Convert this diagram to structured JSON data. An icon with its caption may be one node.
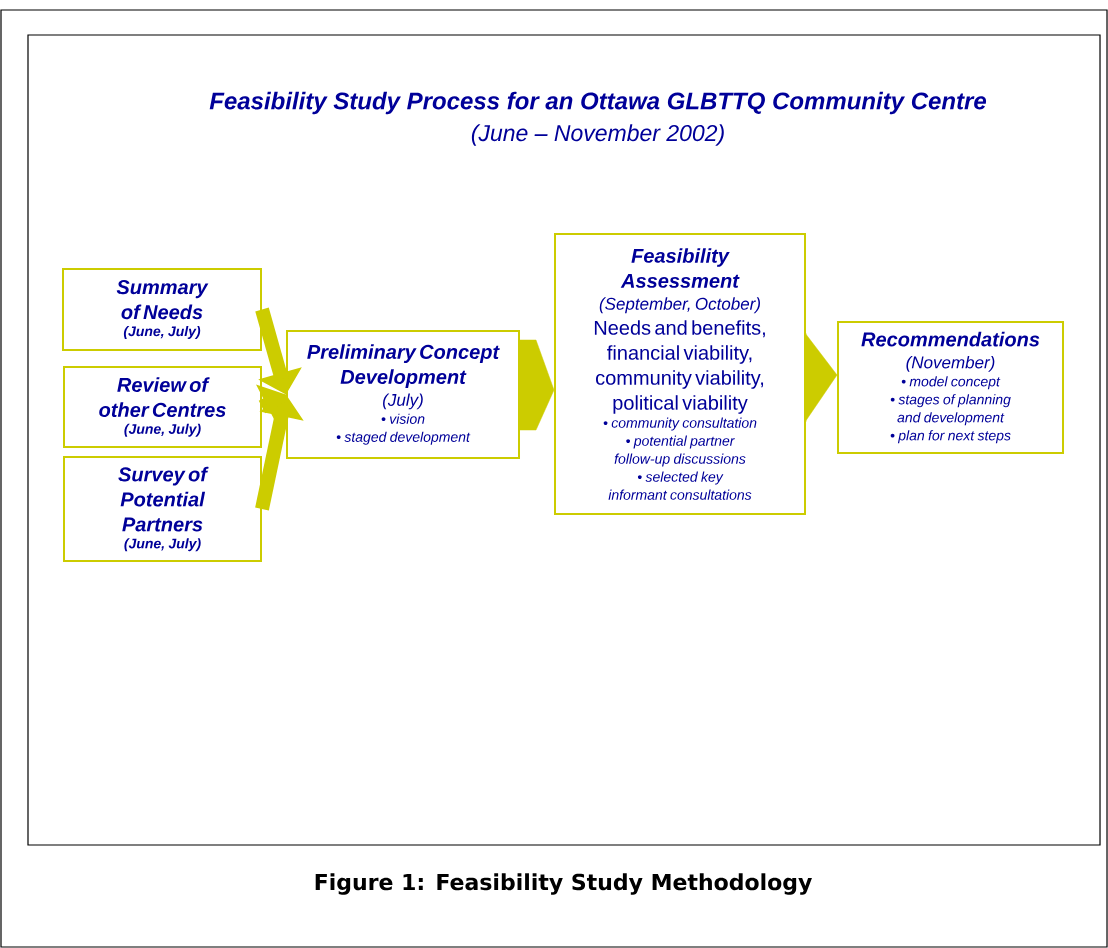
{
  "diagram": {
    "title": "Feasibility Study Process for an Ottawa GLBTTQ Community Centre",
    "caption": "Figure 1: Feasibility Study Methodology",
    "nodes": [
      {
        "text": [
          "Summary of Needs",
          "(June, July)"
        ]
      },
      {
        "text": [
          "Review of other Centres",
          "(June, July)"
        ]
      },
      {
        "text": [
          "Survey of Potential Partners",
          "(June, July)"
        ]
      },
      {
        "text": [
          "Preliminary Concept Development",
          "(July)",
          "• vision",
          "• staged development"
        ]
      },
      {
        "text": [
          "Feasibility Assessment",
          "(September, October)",
          "Needs and benefits, financial viability, community viability, political viability",
          "• community consultation",
          "• potential partner follow-up discussions",
          "• selected key informant consultations"
        ]
      },
      {
        "text": [
          "Recommendations",
          "(November)",
          "• model concept",
          "• stages of planning and development",
          "• plan for next steps"
        ]
      }
    ],
    "edges": [
      {
        "from": 0,
        "to": 3,
        "arrow": "to"
      },
      {
        "from": 1,
        "to": 3,
        "arrow": "to"
      },
      {
        "from": 2,
        "to": 3,
        "arrow": "to"
      },
      {
        "from": 3,
        "to": 4,
        "arrow": "to"
      },
      {
        "from": 4,
        "to": 5,
        "arrow": "to"
      }
    ],
    "labels": [
      "(June – November 2002)"
    ]
  }
}
